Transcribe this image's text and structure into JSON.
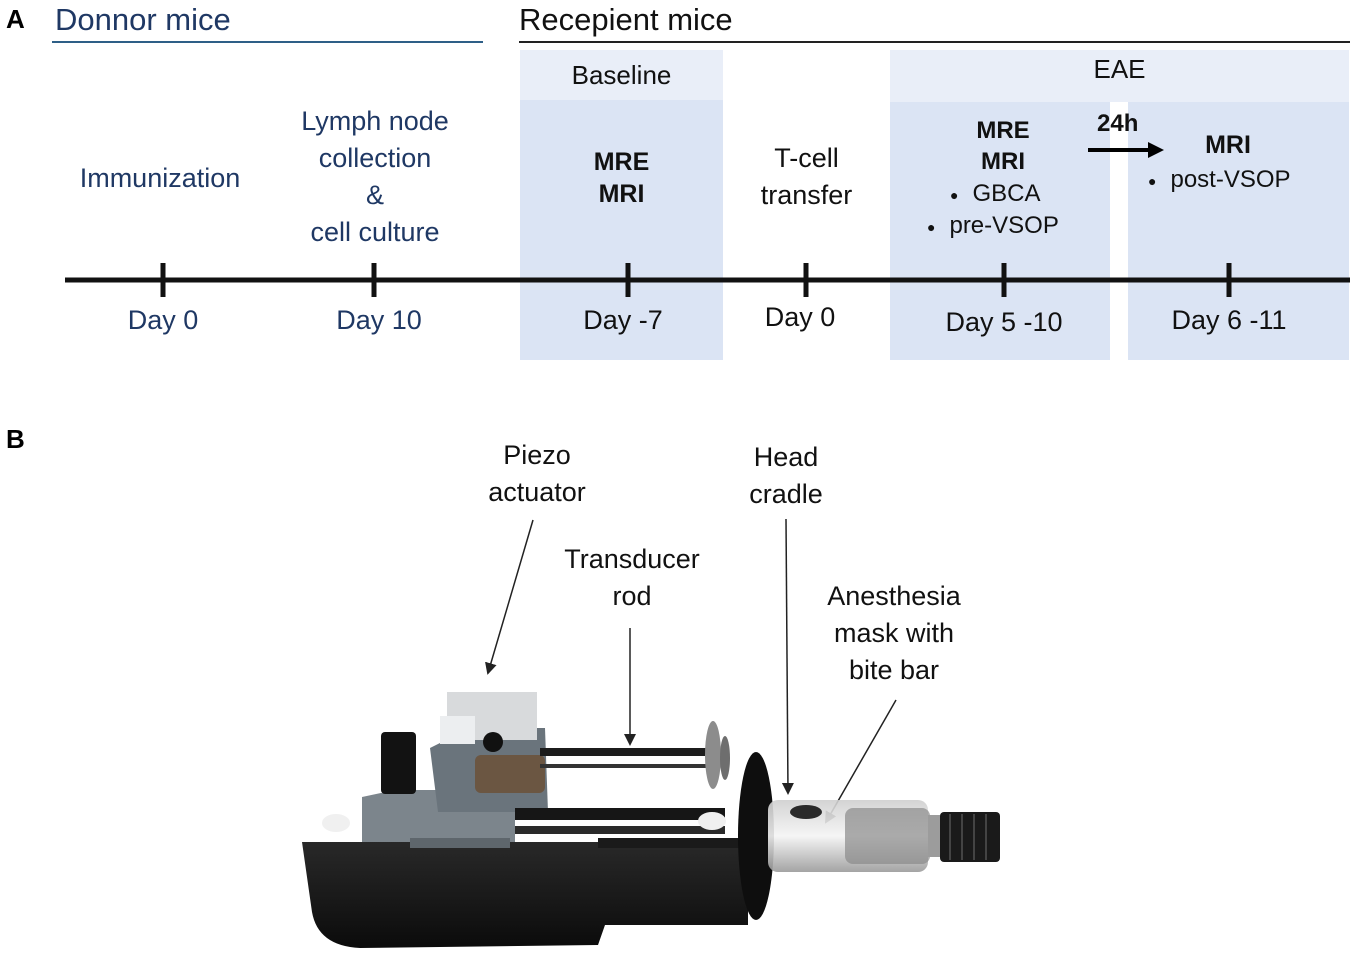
{
  "panel_a": {
    "letter": "A",
    "donor_header": "Donnor mice",
    "recipient_header": "Recepient mice",
    "baseline_label": "Baseline",
    "eae_label": "EAE",
    "stage_immunization": "Immunization",
    "stage_lymph": [
      "Lymph node",
      "collection",
      "&",
      "cell culture"
    ],
    "stage_baseline_imaging": [
      "MRE",
      "MRI"
    ],
    "stage_tcell": [
      "T-cell",
      "transfer"
    ],
    "stage_eae1_title": [
      "MRE",
      "MRI"
    ],
    "stage_eae1_bullets": [
      "GBCA",
      "pre-VSOP"
    ],
    "arrow_label": "24h",
    "stage_eae2_title": "MRI",
    "stage_eae2_bullets": [
      "post-VSOP"
    ],
    "days": [
      "Day 0",
      "Day 10",
      "Day -7",
      "Day 0",
      "Day 5 -10",
      "Day 6 -11"
    ],
    "colors": {
      "navy": "#1f3864",
      "box_fill": "#dbe4f4",
      "box_header_fill": "#e9eef8",
      "donor_line": "#2e5f87"
    }
  },
  "panel_b": {
    "letter": "B",
    "label_piezo": [
      "Piezo",
      "actuator"
    ],
    "label_rod": [
      "Transducer",
      "rod"
    ],
    "label_cradle": [
      "Head",
      "cradle"
    ],
    "label_mask": [
      "Anesthesia",
      "mask with",
      "bite bar"
    ]
  }
}
